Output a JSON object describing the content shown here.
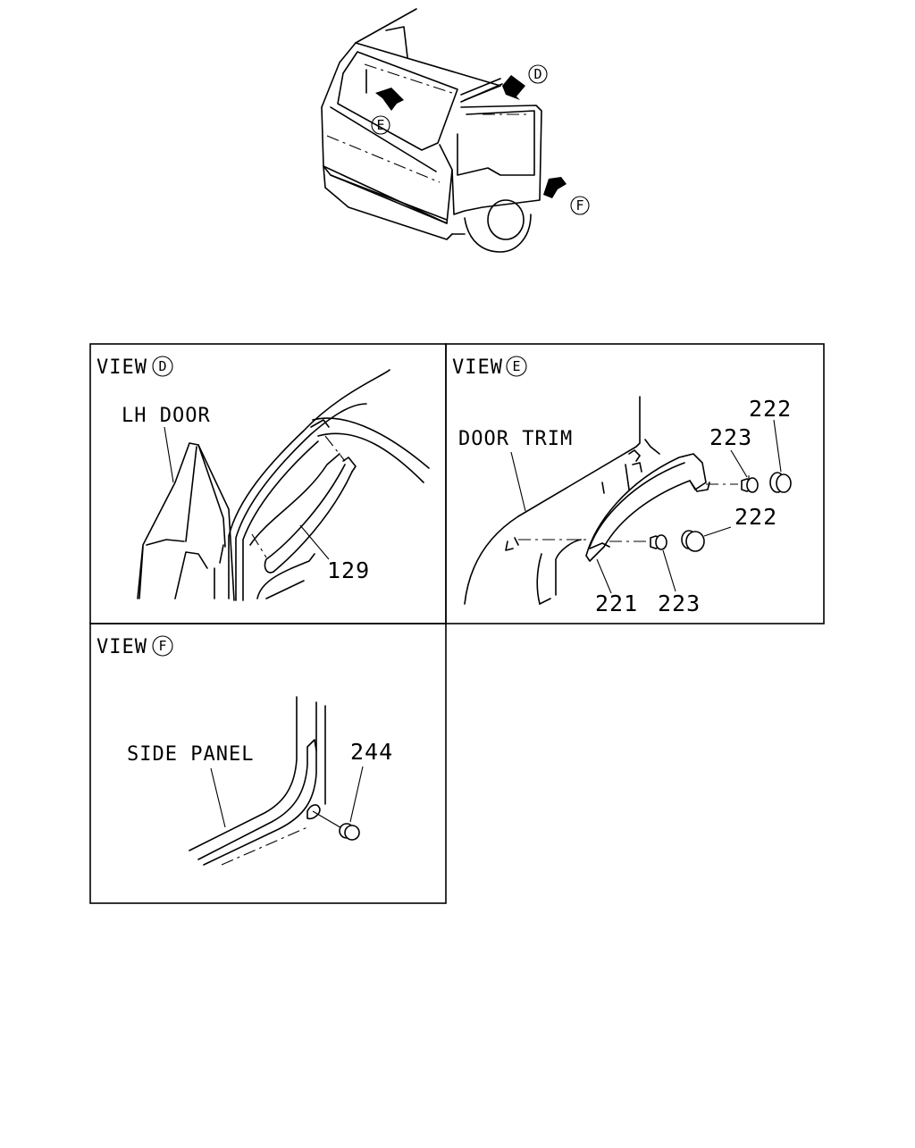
{
  "views": {
    "top_markers": {
      "d": "D",
      "e": "E",
      "f": "F"
    },
    "view_d": {
      "title": "VIEW",
      "letter": "D",
      "label": "LH DOOR",
      "part": "129"
    },
    "view_e": {
      "title": "VIEW",
      "letter": "E",
      "label": "DOOR TRIM",
      "parts": {
        "p221": "221",
        "p222_top": "222",
        "p222_mid": "222",
        "p223_top": "223",
        "p223_bottom": "223"
      }
    },
    "view_f": {
      "title": "VIEW",
      "letter": "F",
      "label": "SIDE PANEL",
      "part": "244"
    }
  }
}
